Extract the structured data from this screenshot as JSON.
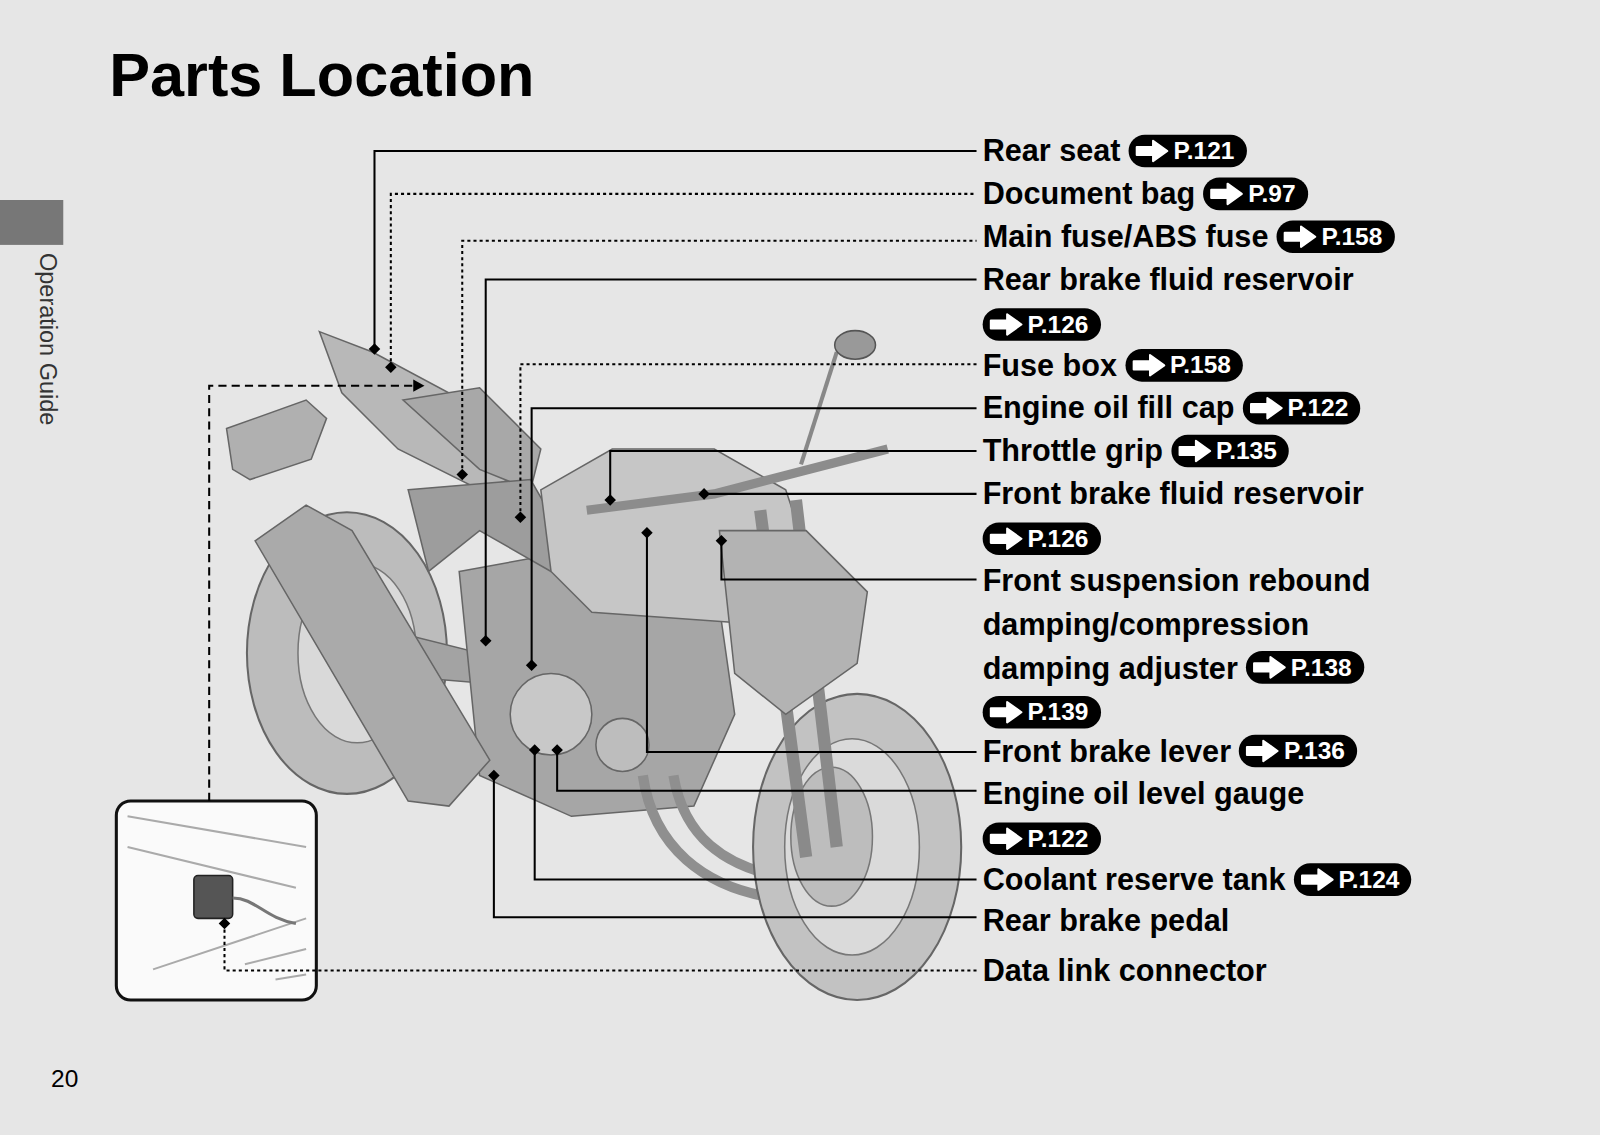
{
  "diagram": {
    "title": "Parts Location",
    "nodes": [
      {
        "text": [
          "P.121"
        ]
      },
      {
        "text": [
          "P.97"
        ]
      },
      {
        "text": [
          "P.158"
        ]
      },
      {
        "text": [
          "P.126"
        ]
      },
      {
        "text": [
          "P.158"
        ]
      },
      {
        "text": [
          "P.122"
        ]
      },
      {
        "text": [
          "P.135"
        ]
      },
      {
        "text": [
          "P.126"
        ]
      },
      {
        "text": [
          "P.138"
        ]
      },
      {
        "text": [
          "P.139"
        ]
      },
      {
        "text": [
          "P.136"
        ]
      },
      {
        "text": [
          "P.122"
        ]
      },
      {
        "text": [
          "P.124"
        ]
      }
    ],
    "labels": [
      "Rear seat",
      "Document bag",
      "Main fuse/ABS fuse",
      "Rear brake fluid reservoir",
      "Fuse box",
      "Engine oil fill cap",
      "Throttle grip",
      "Front brake fluid reservoir",
      "Front suspension rebound damping/compression damping adjuster",
      "Front brake lever",
      "Engine oil level gauge",
      "Coolant reserve tank",
      "Rear brake pedal",
      "Data link connector",
      "Operation Guide",
      "20"
    ]
  }
}
